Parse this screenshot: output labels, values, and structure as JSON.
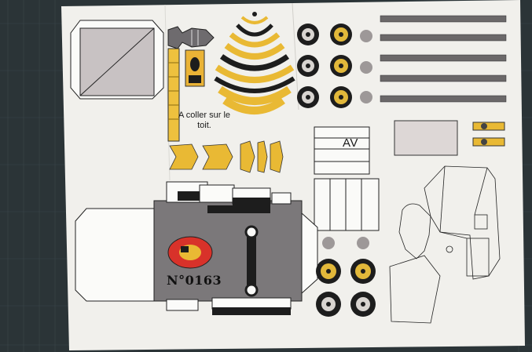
{
  "texts": {
    "roof_note": "A coller sur le toit.",
    "front_mark": "AV",
    "serial_number": "N°0163"
  },
  "colors": {
    "mat": "#2b3437",
    "sheet": "#f1f0ec",
    "yellow": "#e9b934",
    "gray": "#7b787a",
    "dark": "#1d1d1d",
    "light_gray": "#c6c0c0",
    "red": "#d8322a"
  }
}
